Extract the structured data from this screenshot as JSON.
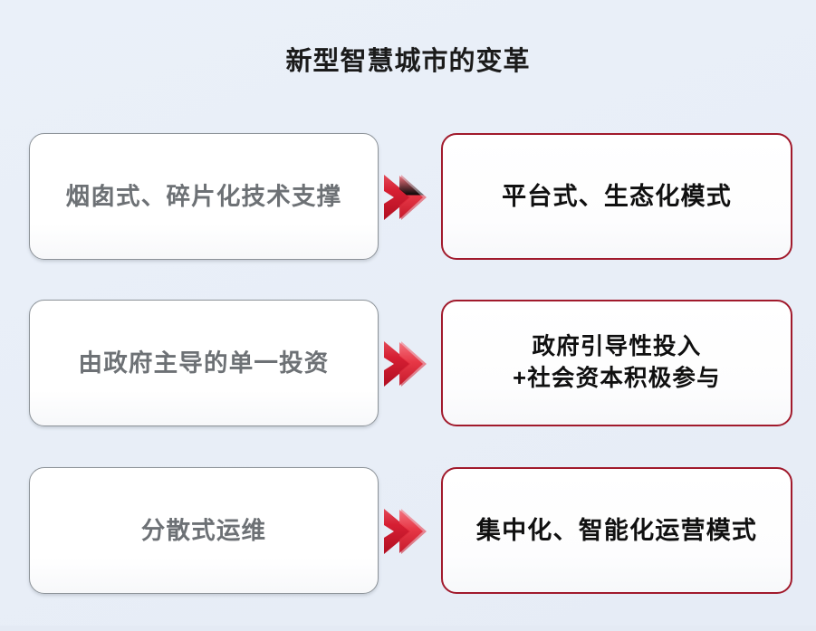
{
  "slide": {
    "title": "新型智慧城市的变革",
    "background_color": "#e9eff8",
    "accent_red": "#a11a2c",
    "arrow_red_dark": "#c8102e",
    "arrow_red_light": "#e8394a",
    "old_text_color": "#6d7175",
    "new_text_color": "#101010",
    "old_border_color": "#8c9298"
  },
  "diagram": {
    "type": "transformation-comparison",
    "arrow_icon": "double-chevron-right-icon",
    "rows": [
      {
        "index": 1,
        "old_label": "烟囱式、碎片化技术支撑",
        "new_label": "平台式、生态化模式"
      },
      {
        "index": 2,
        "old_label": "由政府主导的单一投资",
        "new_label": "政府引导性投入\n+社会资本积极参与"
      },
      {
        "index": 3,
        "old_label": "分散式运维",
        "new_label": "集中化、智能化运营模式"
      }
    ]
  }
}
